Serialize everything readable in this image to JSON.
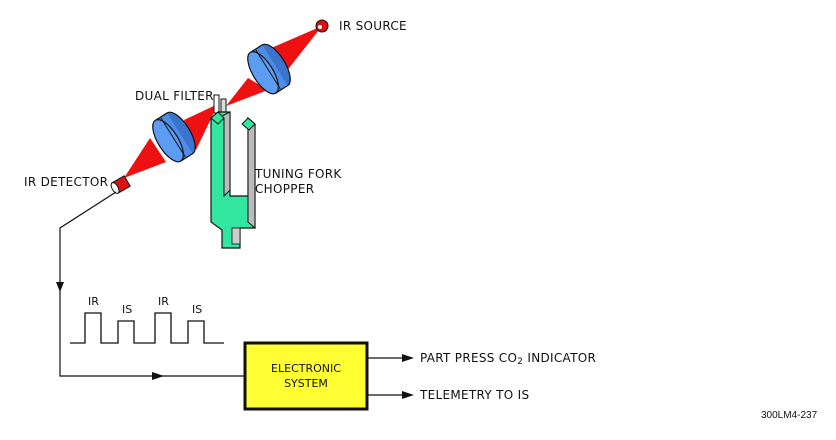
{
  "diagram": {
    "labels": {
      "ir_source": "IR SOURCE",
      "dual_filter": "DUAL FILTER",
      "ir_detector": "IR DETECTOR",
      "tuning_fork_line1": "TUNING FORK",
      "tuning_fork_line2": "CHOPPER",
      "electronic_line1": "ELECTRONIC",
      "electronic_line2": "SYSTEM",
      "output1_prefix": "PART PRESS CO",
      "output1_sub": "2",
      "output1_suffix": " INDICATOR",
      "output2": "TELEMETRY TO IS",
      "figure_code": "300LM4-237"
    },
    "waveform": {
      "pulses": [
        "IR",
        "IS",
        "IR",
        "IS"
      ]
    },
    "colors": {
      "beam": "#ee1111",
      "lens": "#4f8ee8",
      "fork": "#33e6a0",
      "box": "#ffff33"
    }
  }
}
